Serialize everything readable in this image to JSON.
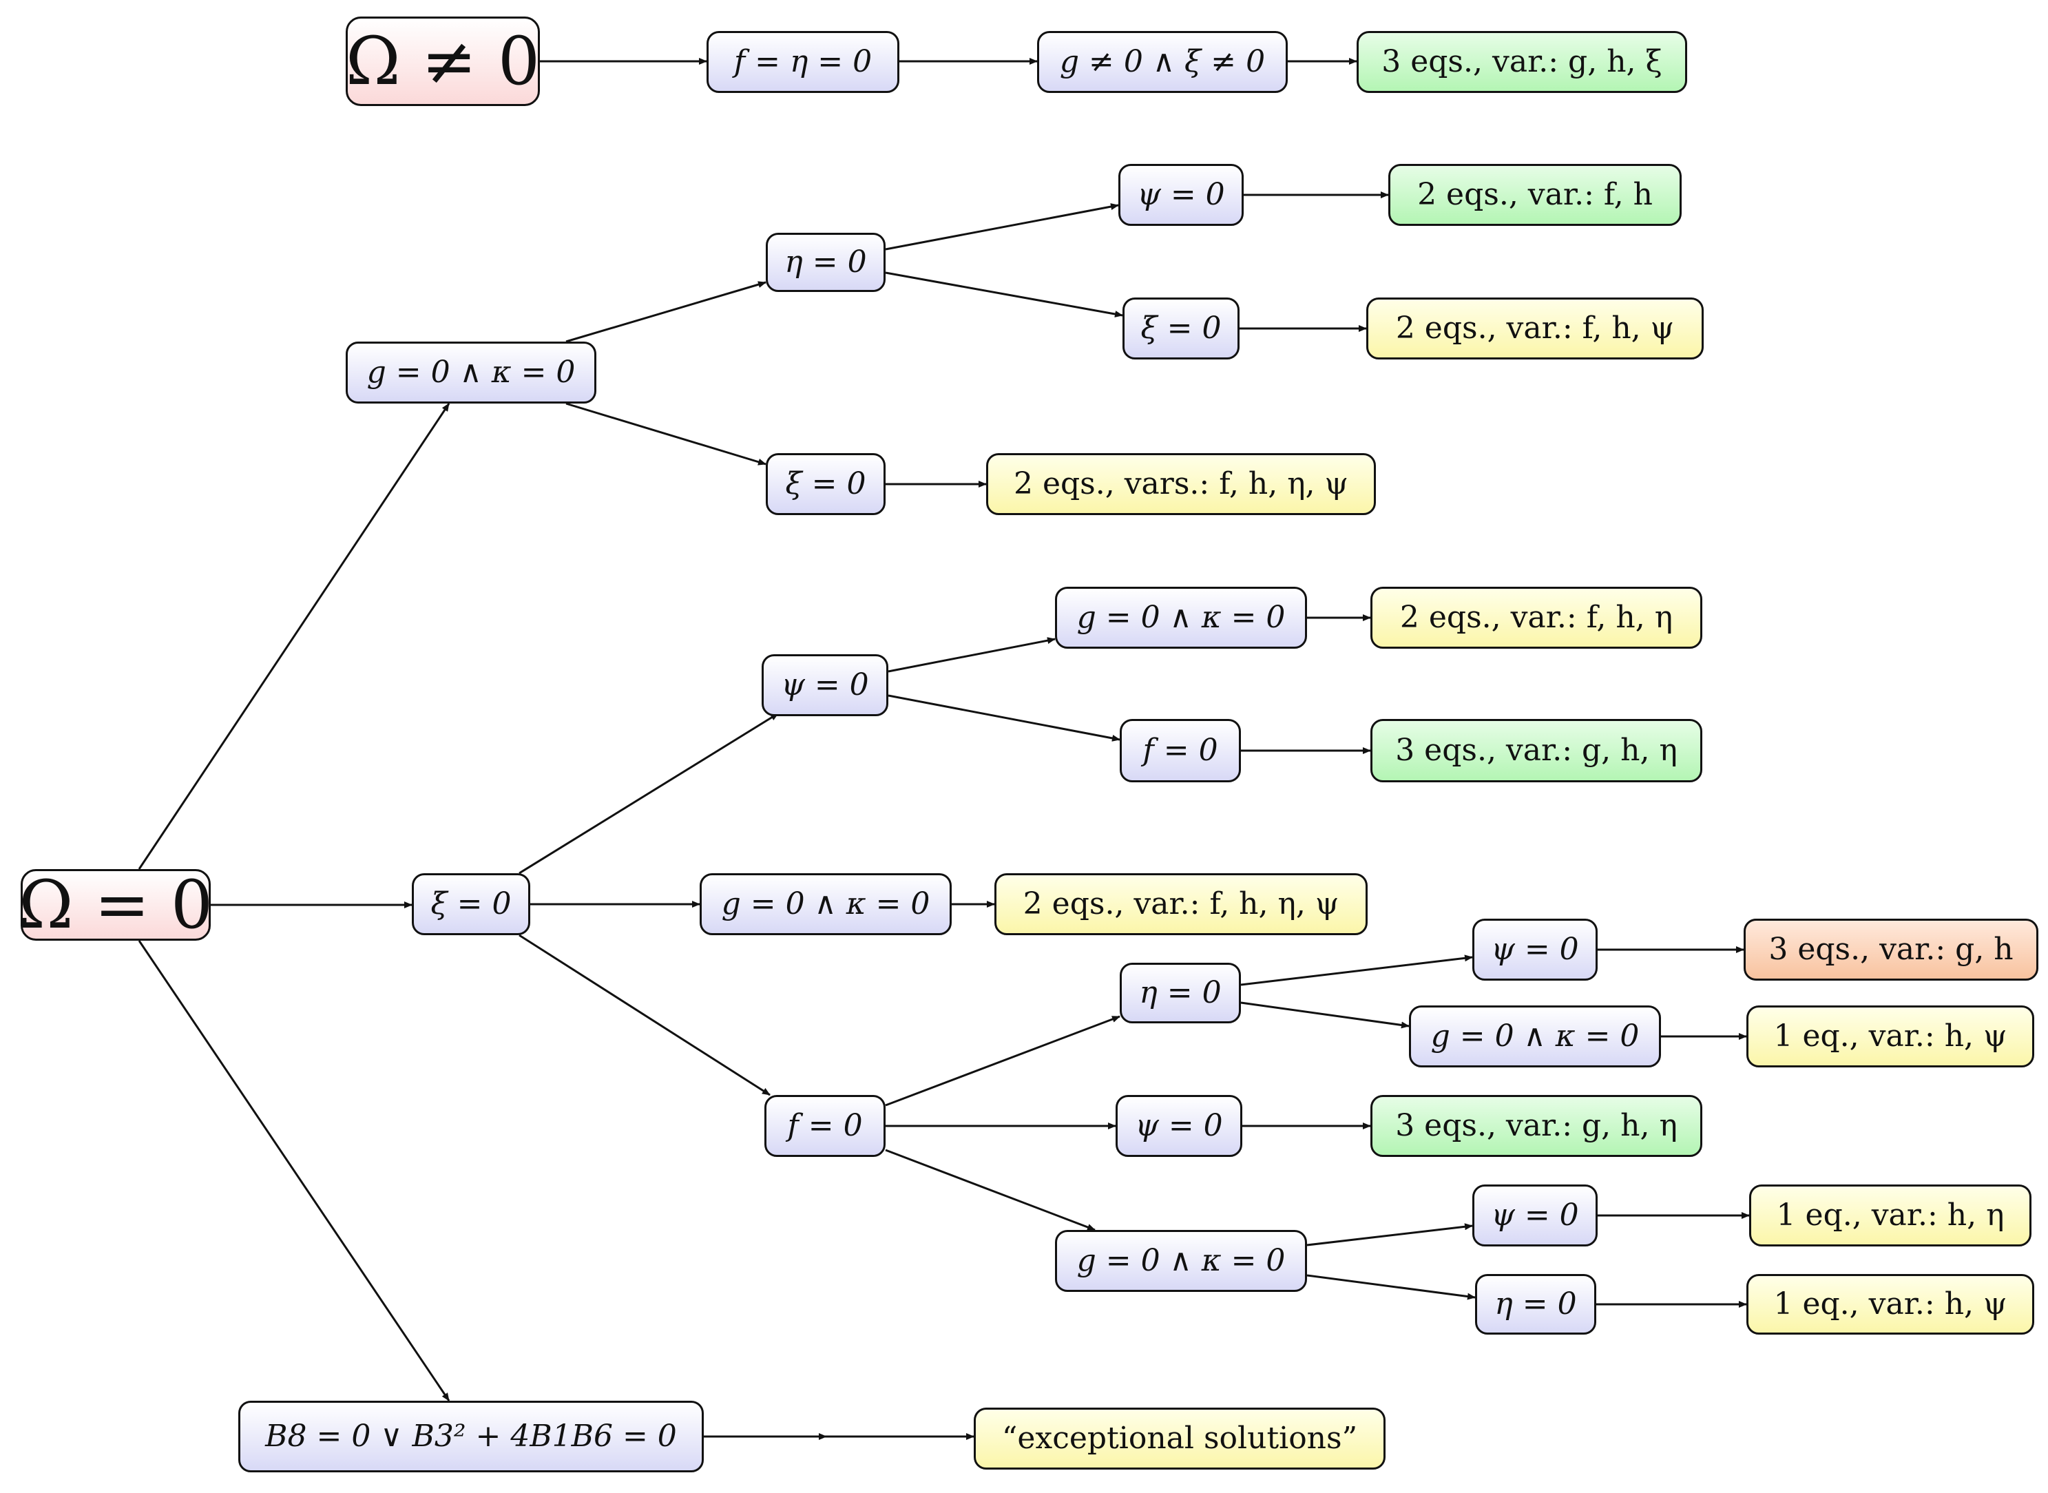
{
  "colors": {
    "root": "#fbd9d9",
    "condition": "#d8d9f6",
    "green": "#b4f5b4",
    "yellow": "#fbf6aa",
    "orange": "#f8c39f",
    "stroke": "#111111"
  },
  "nodes": {
    "omega_ne": "Ω ≠ 0",
    "top_f_eta": "f = η = 0",
    "top_g_xi": "g ≠ 0 ∧ ξ ≠ 0",
    "top_res": "3 eqs., var.: g, h, ξ",
    "omega_eq": "Ω = 0",
    "a_gk": "g = 0 ∧ κ = 0",
    "a_eta": "η = 0",
    "a_psi": "ψ = 0",
    "a_psi_res": "2 eqs., var.: f, h",
    "a_xi2": "ξ = 0",
    "a_xi2_res": "2 eqs., var.: f, h, ψ",
    "a_xi": "ξ = 0",
    "a_xi_res": "2 eqs., vars.: f, h, η, ψ",
    "b_xi": "ξ = 0",
    "b_psi": "ψ = 0",
    "b_gk": "g = 0 ∧ κ = 0",
    "b_gk_res": "2 eqs., var.: f, h, η",
    "b_f": "f = 0",
    "b_f_res": "3 eqs., var.: g, h, η",
    "b_gk2": "g = 0 ∧ κ = 0",
    "b_gk2_res": "2 eqs., var.: f, h, η, ψ",
    "c_f": "f = 0",
    "c_eta": "η = 0",
    "c_psi": "ψ = 0",
    "c_psi_res": "3 eqs., var.: g, h",
    "c_gk": "g = 0 ∧ κ = 0",
    "c_gk_res": "1 eq., var.: h, ψ",
    "c_psi2": "ψ = 0",
    "c_psi2_res": "3 eqs., var.: g, h, η",
    "c_gk2": "g = 0 ∧ κ = 0",
    "c_gk2_psi": "ψ = 0",
    "c_gk2_psi_res": "1 eq., var.: h, η",
    "c_gk2_eta": "η = 0",
    "c_gk2_eta_res": "1 eq., var.: h, ψ",
    "d_b": "B8 = 0 ∨ B3² + 4B1B6 = 0",
    "d_res": "“exceptional solutions”"
  }
}
